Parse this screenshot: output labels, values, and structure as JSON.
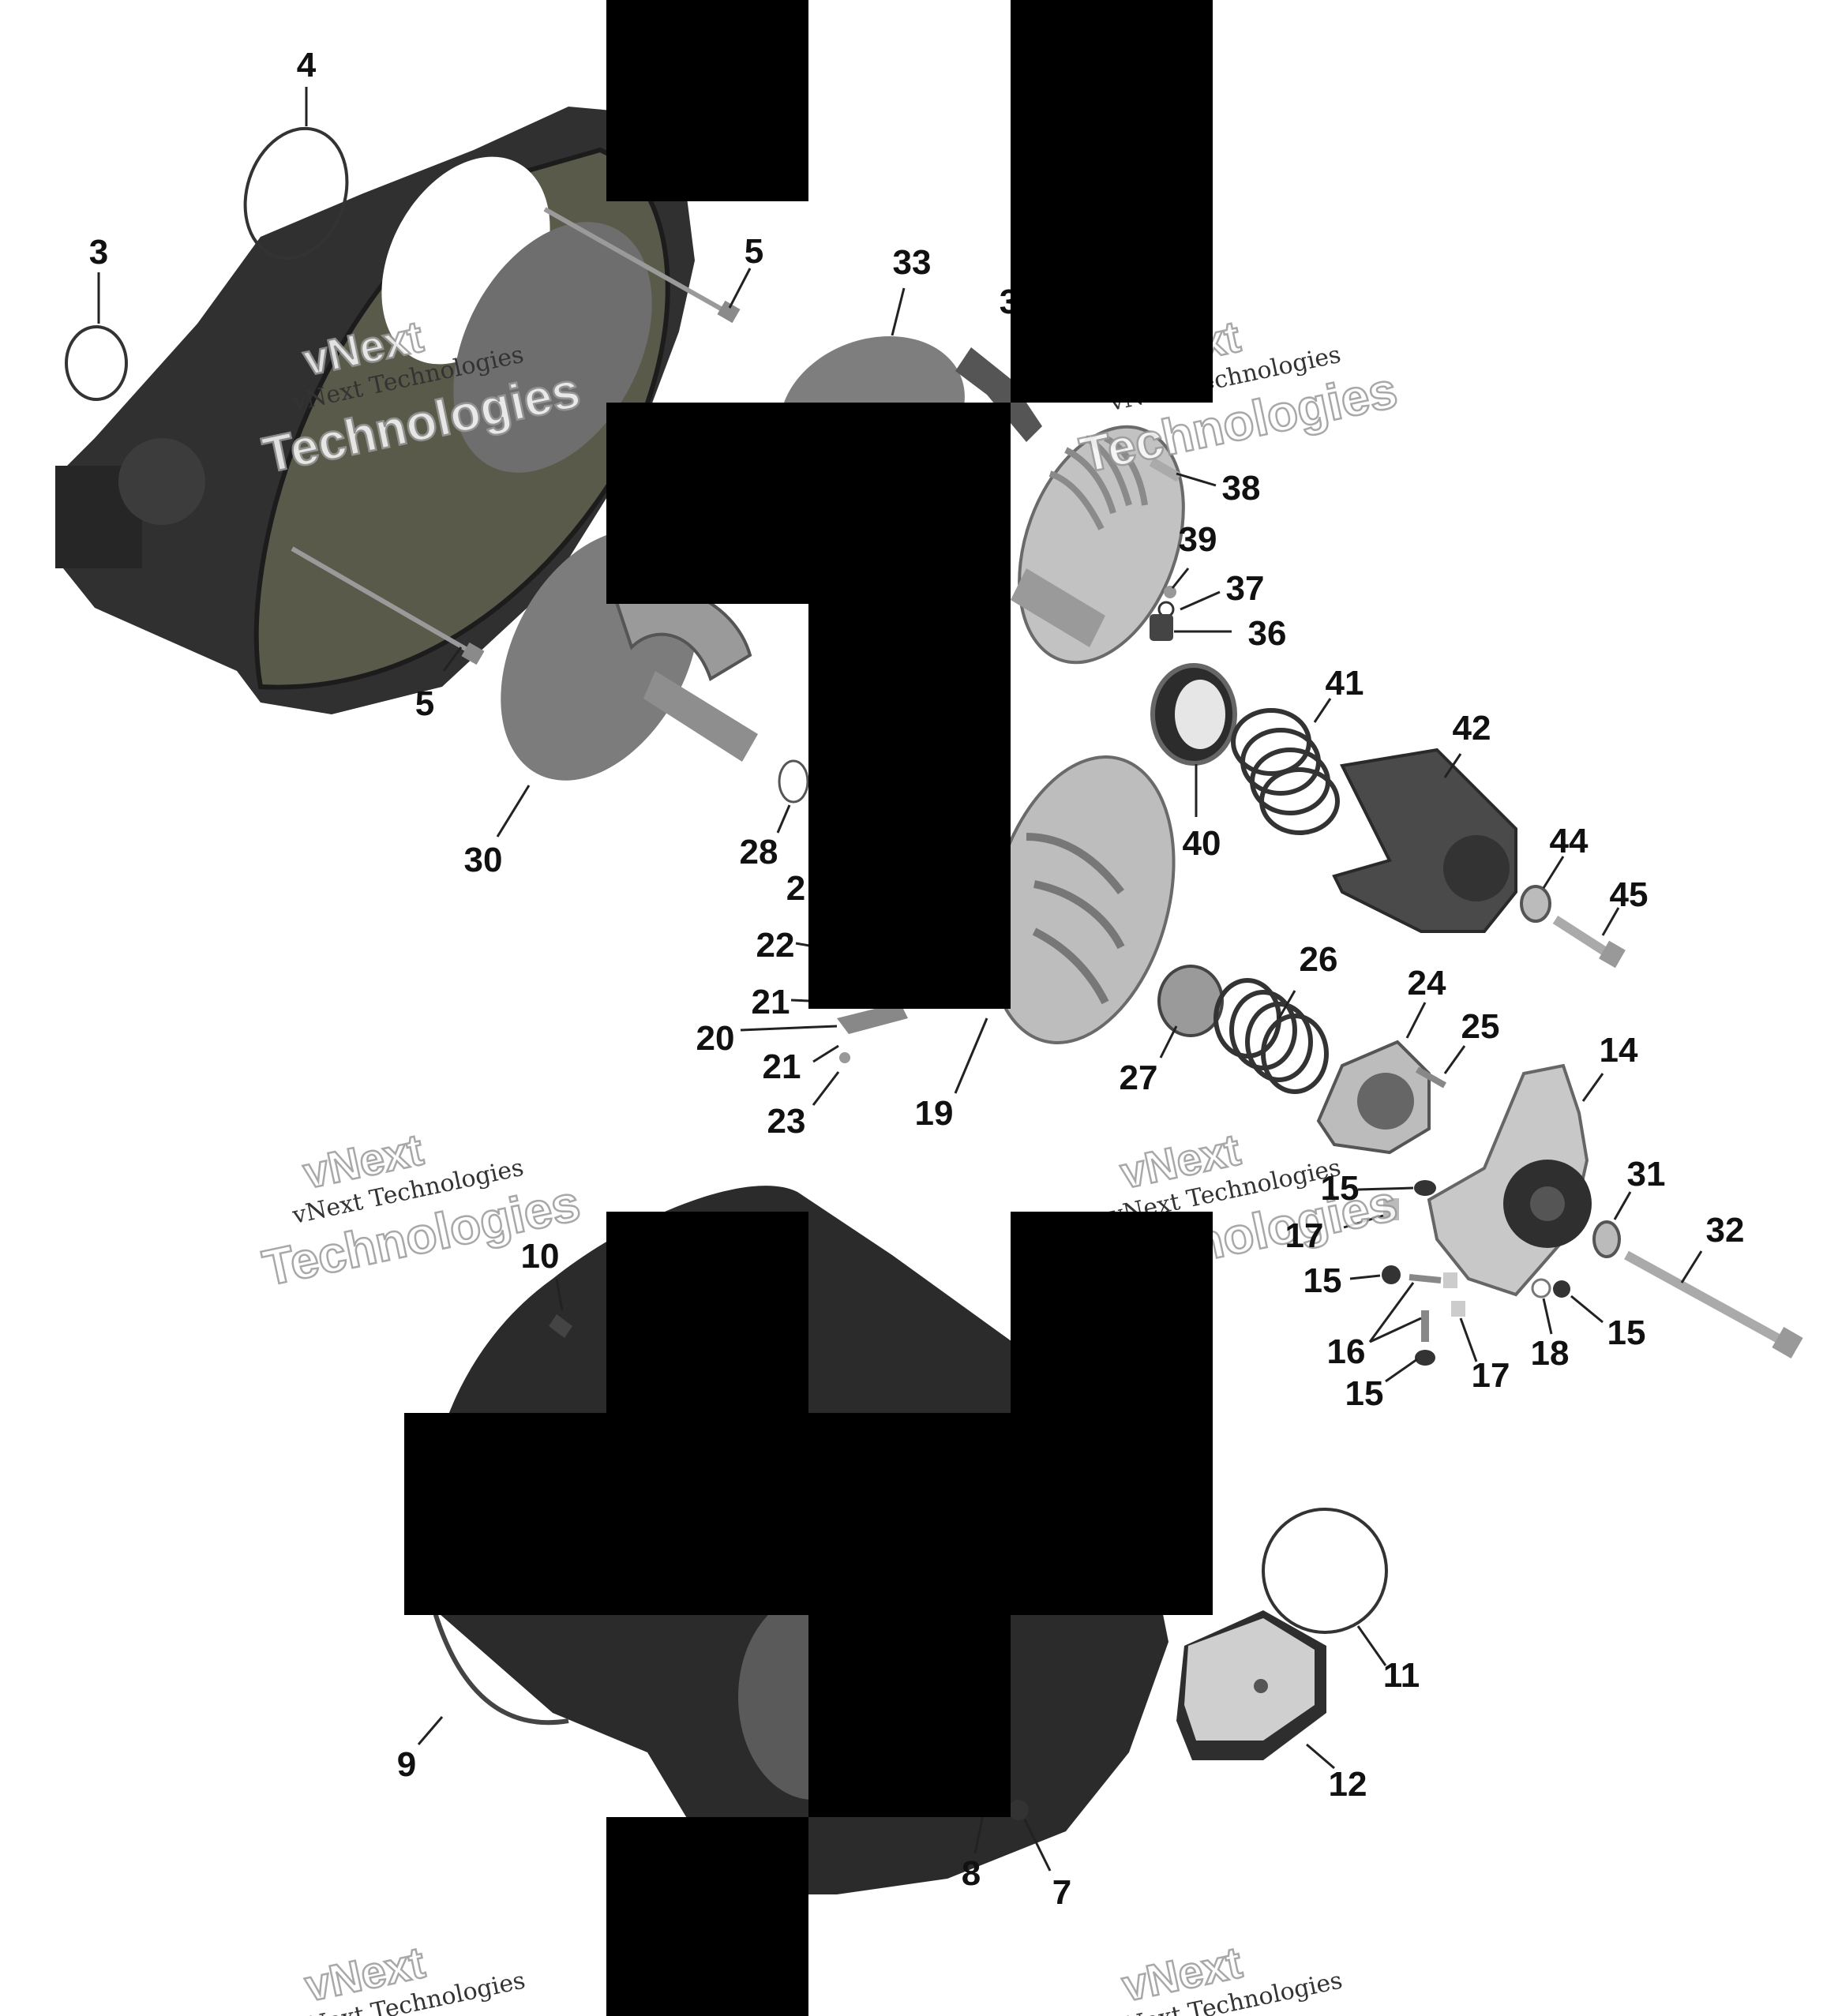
{
  "watermark": {
    "brand": "vNext",
    "line_small": "vNext Technologies",
    "line_large": "Technologies"
  },
  "callouts": [
    "3",
    "4",
    "5",
    "5",
    "33",
    "3",
    "38",
    "39",
    "37",
    "36",
    "41",
    "42",
    "40",
    "44",
    "45",
    "30",
    "28",
    "2",
    "22",
    "21",
    "20",
    "21",
    "23",
    "19",
    "26",
    "24",
    "25",
    "27",
    "14",
    "15",
    "31",
    "32",
    "17",
    "15",
    "16",
    "18",
    "15",
    "17",
    "15",
    "10",
    "11",
    "9",
    "12",
    "8",
    "7"
  ],
  "colors": {
    "part_dark": "#2f2f2f",
    "part_mid": "#7a7a7a",
    "part_light": "#c4c4c4",
    "foam": "#4a4a3a",
    "redaction": "#000000"
  }
}
